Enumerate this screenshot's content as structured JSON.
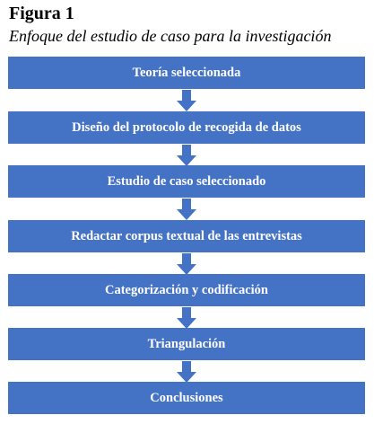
{
  "figure": {
    "label": "Figura 1",
    "title": "Enfoque del estudio de caso para la investigación"
  },
  "steps": [
    "Teoría seleccionada",
    "Diseño del protocolo de recogida de datos",
    "Estudio de caso seleccionado",
    "Redactar corpus textual de las entrevistas",
    "Categorización y codificación",
    "Triangulación",
    "Conclusiones"
  ],
  "colors": {
    "box_fill": "#4472c4",
    "box_text": "#ffffff",
    "arrow_fill": "#4472c4"
  },
  "icons": {
    "connector": "down-arrow-icon"
  }
}
